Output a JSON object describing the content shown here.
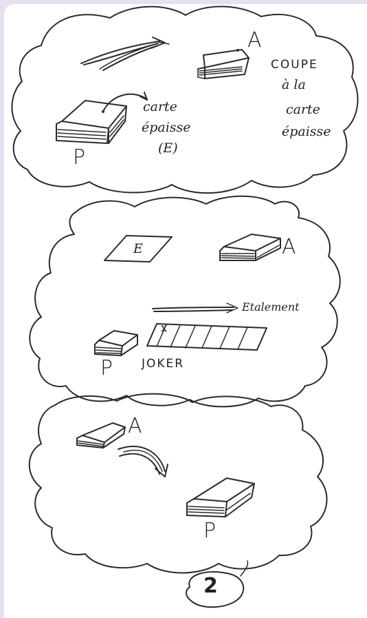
{
  "scene1": {
    "deck_a_label": "A",
    "deck_p_label": "P",
    "note_lines": [
      "COUPE",
      "à la",
      "carte",
      "épaisse"
    ],
    "thick_card_lines": [
      "carte",
      "épaisse",
      "(E)"
    ]
  },
  "scene2": {
    "card_e_label": "E",
    "deck_a_label": "A",
    "deck_p_label": "P",
    "spread_label": "Etalement",
    "joker_label": "JOKER",
    "joker_mark": "x"
  },
  "scene3": {
    "deck_a_label": "A",
    "deck_p_label": "P"
  },
  "page_number": "2",
  "colors": {
    "ink": "#2a2a2a",
    "frame": "#e6e0ef",
    "paper": "#ffffff"
  }
}
